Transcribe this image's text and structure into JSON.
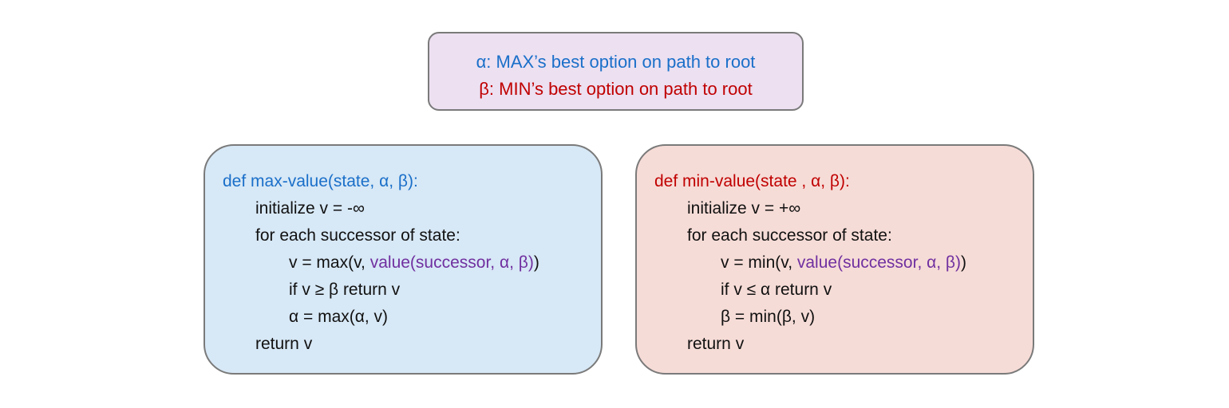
{
  "legend": {
    "alpha": "α: MAX’s best option on path to root",
    "beta": "β: MIN’s best option on path to root"
  },
  "max_value": {
    "signature": "def max-value(state, α, β):",
    "init": "initialize v = -∞",
    "loop": "for each successor of state:",
    "assign_prefix": "v = max(v, ",
    "assign_call": "value(successor, α, β)",
    "assign_suffix": ")",
    "prune": "if v ≥ β return v",
    "update": "α = max(α, v)",
    "ret": "return v"
  },
  "min_value": {
    "signature": "def min-value(state , α, β):",
    "init": "initialize v = +∞",
    "loop": "for each successor of state:",
    "assign_prefix": "v = min(v, ",
    "assign_call": "value(successor, α, β)",
    "assign_suffix": ")",
    "prune": "if v ≤ α return v",
    "update": "β = min(β, v)",
    "ret": "return v"
  },
  "colors": {
    "alpha": "#1a6fc9",
    "beta": "#c00000",
    "call": "#7030a0"
  }
}
